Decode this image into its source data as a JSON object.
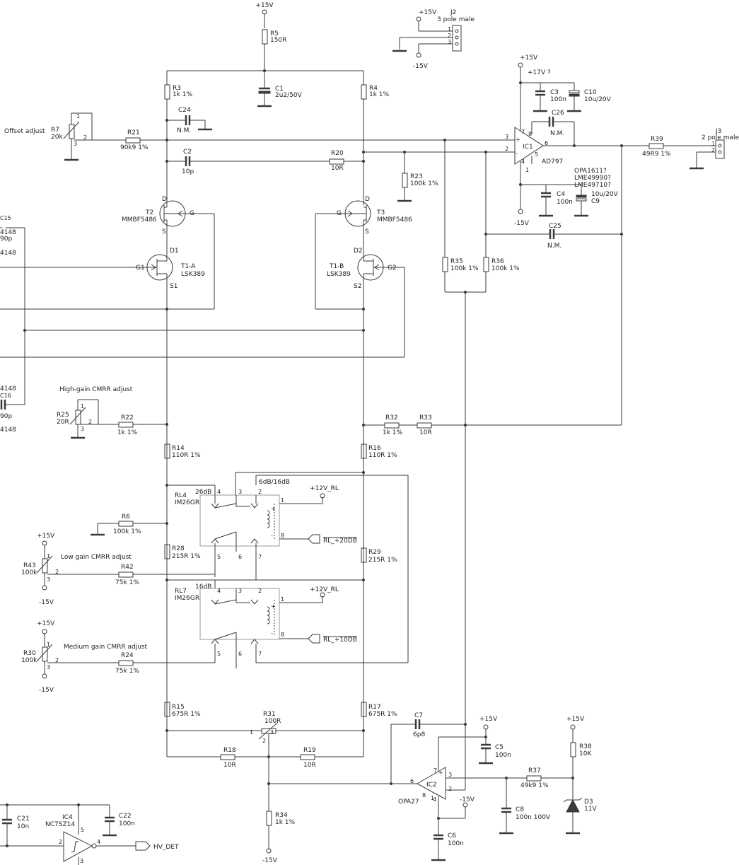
{
  "rails": {
    "p15": "+15V",
    "m15": "-15V",
    "p12rl": "+12V_RL",
    "p17q": "+17V ?"
  },
  "nets": {
    "hv_det": "HV_DET",
    "rl20": "RL_+20DB",
    "rl10": "RL_+10DB"
  },
  "labels": {
    "offset": "Offset adjust",
    "hg_cmrr": "High-gain CMRR adjust",
    "lg_cmrr": "Low gain CMRR adjust",
    "mg_cmrr": "Medium gain CMRR adjust",
    "alt1": "OPA1611?",
    "alt2": "LME49990?",
    "alt3": "LME49710?",
    "g26": "26dB",
    "g16": "16dB",
    "g6_16": "6dB/16dB"
  },
  "connectors": {
    "j2": {
      "ref": "J2",
      "val": "3 pole male"
    },
    "j3": {
      "ref": "J3",
      "val": "2 pole male"
    }
  },
  "resistors": {
    "R3": [
      "R3",
      "1k 1%"
    ],
    "R4": [
      "R4",
      "1k 1%"
    ],
    "R5": [
      "R5",
      "150R"
    ],
    "R6": [
      "R6",
      "100k 1%"
    ],
    "R14": [
      "R14",
      "110R 1%"
    ],
    "R15": [
      "R15",
      "675R 1%"
    ],
    "R16": [
      "R16",
      "110R 1%"
    ],
    "R17": [
      "R17",
      "675R 1%"
    ],
    "R18": [
      "R18",
      "10R"
    ],
    "R19": [
      "R19",
      "10R"
    ],
    "R20": [
      "R20",
      "10R"
    ],
    "R21": [
      "R21",
      "90k9 1%"
    ],
    "R22": [
      "R22",
      "1k 1%"
    ],
    "R23": [
      "R23",
      "100k 1%"
    ],
    "R24": [
      "R24",
      "75k 1%"
    ],
    "R28": [
      "R28",
      "215R 1%"
    ],
    "R29": [
      "R29",
      "215R 1%"
    ],
    "R32": [
      "R32",
      "1k 1%"
    ],
    "R33": [
      "R33",
      "10R"
    ],
    "R34": [
      "R34",
      "1k 1%"
    ],
    "R35": [
      "R35",
      "100k 1%"
    ],
    "R36": [
      "R36",
      "100k 1%"
    ],
    "R37": [
      "R37",
      "49k9 1%"
    ],
    "R38": [
      "R38",
      "10K"
    ],
    "R39": [
      "R39",
      "49R9 1%"
    ],
    "R42": [
      "R42",
      "75k 1%"
    ]
  },
  "pots": {
    "R7": [
      "R7",
      "20k"
    ],
    "R25": [
      "R25",
      "20R"
    ],
    "R30": [
      "R30",
      "100k"
    ],
    "R31": [
      "R31",
      "100R"
    ],
    "R43": [
      "R43",
      "100k"
    ]
  },
  "caps": {
    "C1": [
      "C1",
      "2u2/50V"
    ],
    "C2": [
      "C2",
      "10p"
    ],
    "C3": [
      "C3",
      "100n"
    ],
    "C4": [
      "C4",
      "100n"
    ],
    "C5": [
      "C5",
      "100n"
    ],
    "C6": [
      "C6",
      "100n"
    ],
    "C7": [
      "C7",
      "6p8"
    ],
    "C8": [
      "C8",
      "100n 100V"
    ],
    "C9": [
      "C9",
      "10u/20V"
    ],
    "C10": [
      "C10",
      "10u/20V"
    ],
    "C15": [
      "C15",
      "90p"
    ],
    "C16": [
      "C16",
      "90p"
    ],
    "C21": [
      "C21",
      "10n"
    ],
    "C22": [
      "C22",
      "100n"
    ],
    "C24": [
      "C24",
      "N.M."
    ],
    "C25": [
      "C25",
      "N.M."
    ],
    "C26": [
      "C26",
      "N.M."
    ]
  },
  "semis": {
    "T2": [
      "T2",
      "MMBF5486"
    ],
    "T3": [
      "T3",
      "MMBF5486"
    ],
    "T1A": [
      "T1-A",
      "LSK389"
    ],
    "T1B": [
      "T1-B",
      "LSK389"
    ],
    "IC1": [
      "IC1",
      "AD797"
    ],
    "IC2": [
      "IC2",
      "OPA27"
    ],
    "IC4": [
      "IC4",
      "NC7SZ14"
    ],
    "D3": [
      "D3",
      "11V"
    ],
    "RL4": [
      "RL4",
      "IM26GR"
    ],
    "RL7": [
      "RL7",
      "IM26GR"
    ],
    "d4148a": "4148",
    "d4148b": "4148",
    "d4148c": "4148",
    "d4148d": "4148"
  },
  "pins": {
    "D": "D",
    "G": "G",
    "S": "S",
    "D1": "D1",
    "S1": "S1",
    "G1": "G1",
    "D2": "D2",
    "S2": "S2",
    "G2": "G2"
  }
}
